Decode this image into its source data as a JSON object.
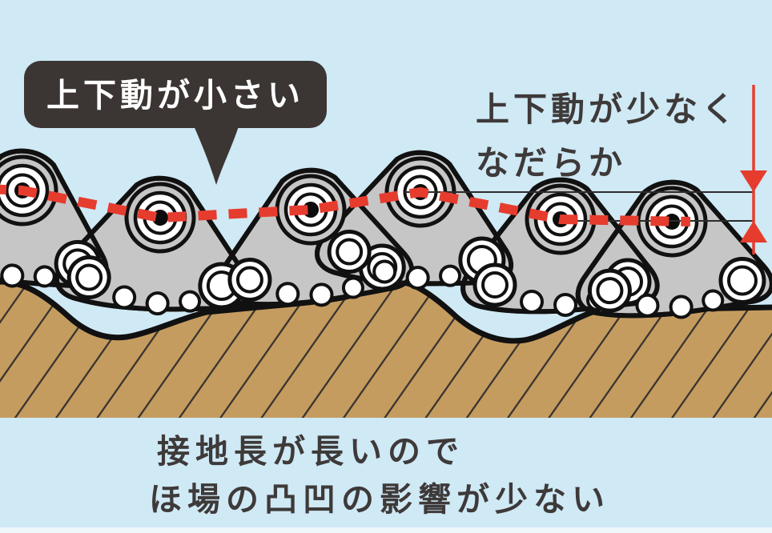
{
  "bubble": {
    "label": "上下動が小さい"
  },
  "annotation": {
    "line1": "上下動が少なく",
    "line2": "なだらか"
  },
  "caption": {
    "line1": "接地長が長いので",
    "line2": "ほ場の凸凹の影響が少ない"
  },
  "colors": {
    "background": "#cfe9f5",
    "ground_tan": "#c59c60",
    "hatch_line": "#35312e",
    "outline_black": "#111111",
    "track_gray": "#c6c6c7",
    "roller_white": "#ffffff",
    "accent_red": "#e63c2e",
    "bubble_bg": "#3b3633",
    "bubble_text": "#ffffff",
    "text_dark": "#3e3a39"
  }
}
